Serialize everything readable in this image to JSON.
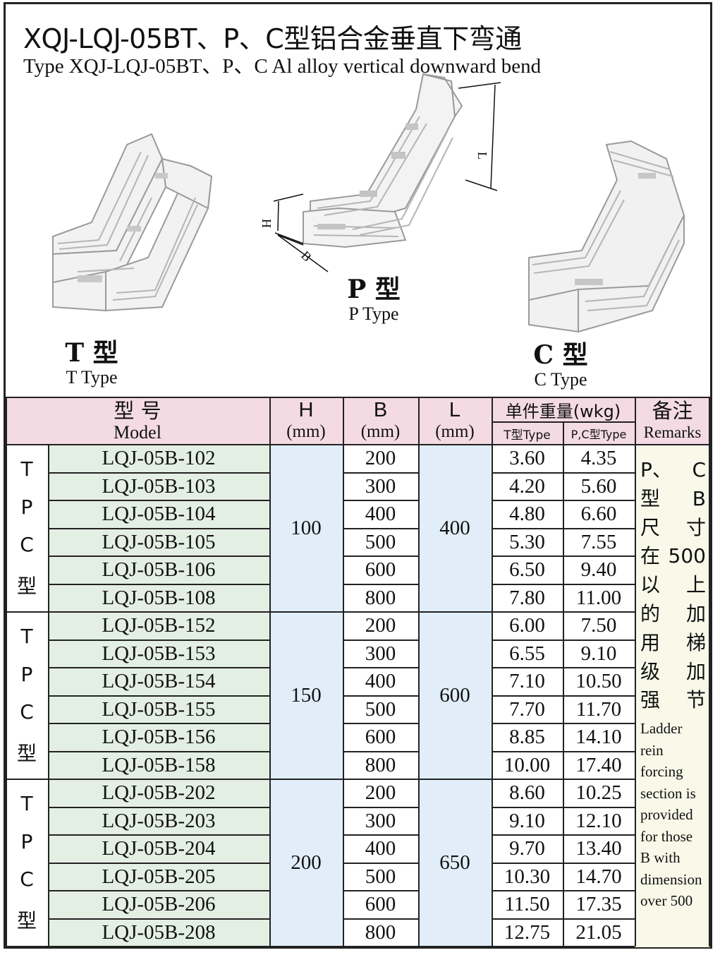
{
  "header": {
    "title_cn": "XQJ-LQJ-05BT、P、C型铝合金垂直下弯通",
    "title_en": "Type XQJ-LQJ-05BT、P、C  Al alloy vertical downward bend"
  },
  "types": {
    "t": {
      "cn": "T 型",
      "en": "T Type"
    },
    "p": {
      "cn": "P 型",
      "en": "P Type"
    },
    "c": {
      "cn": "C 型",
      "en": "C Type"
    }
  },
  "dims": {
    "h": "H",
    "b": "B",
    "l": "L"
  },
  "table": {
    "headers": {
      "model_cn": "型 号",
      "model_en": "Model",
      "h": "H",
      "b": "B",
      "l": "L",
      "unit": "(mm)",
      "weight_cn": "单件重量(wkg)",
      "t_type": "T型Type",
      "pc_type": "P,C型Type",
      "remarks_cn": "备注",
      "remarks_en": "Remarks"
    },
    "group_label": [
      "T",
      "P",
      "C",
      "型"
    ],
    "groups": [
      {
        "h": "100",
        "l": "400",
        "rows": [
          {
            "model": "LQJ-05B-102",
            "b": "200",
            "t": "3.60",
            "pc": "4.35"
          },
          {
            "model": "LQJ-05B-103",
            "b": "300",
            "t": "4.20",
            "pc": "5.60"
          },
          {
            "model": "LQJ-05B-104",
            "b": "400",
            "t": "4.80",
            "pc": "6.60"
          },
          {
            "model": "LQJ-05B-105",
            "b": "500",
            "t": "5.30",
            "pc": "7.55"
          },
          {
            "model": "LQJ-05B-106",
            "b": "600",
            "t": "6.50",
            "pc": "9.40"
          },
          {
            "model": "LQJ-05B-108",
            "b": "800",
            "t": "7.80",
            "pc": "11.00"
          }
        ]
      },
      {
        "h": "150",
        "l": "600",
        "rows": [
          {
            "model": "LQJ-05B-152",
            "b": "200",
            "t": "6.00",
            "pc": "7.50"
          },
          {
            "model": "LQJ-05B-153",
            "b": "300",
            "t": "6.55",
            "pc": "9.10"
          },
          {
            "model": "LQJ-05B-154",
            "b": "400",
            "t": "7.10",
            "pc": "10.50"
          },
          {
            "model": "LQJ-05B-155",
            "b": "500",
            "t": "7.70",
            "pc": "11.70"
          },
          {
            "model": "LQJ-05B-156",
            "b": "600",
            "t": "8.85",
            "pc": "14.10"
          },
          {
            "model": "LQJ-05B-158",
            "b": "800",
            "t": "10.00",
            "pc": "17.40"
          }
        ]
      },
      {
        "h": "200",
        "l": "650",
        "rows": [
          {
            "model": "LQJ-05B-202",
            "b": "200",
            "t": "8.60",
            "pc": "10.25"
          },
          {
            "model": "LQJ-05B-203",
            "b": "300",
            "t": "9.10",
            "pc": "12.10"
          },
          {
            "model": "LQJ-05B-204",
            "b": "400",
            "t": "9.70",
            "pc": "13.40"
          },
          {
            "model": "LQJ-05B-205",
            "b": "500",
            "t": "10.30",
            "pc": "14.70"
          },
          {
            "model": "LQJ-05B-206",
            "b": "600",
            "t": "11.50",
            "pc": "17.35"
          },
          {
            "model": "LQJ-05B-208",
            "b": "800",
            "t": "12.75",
            "pc": "21.05"
          }
        ]
      }
    ],
    "remarks_cn_lines": [
      [
        "P、",
        "C"
      ],
      [
        "型",
        "B"
      ],
      [
        "尺",
        "寸"
      ],
      [
        "在",
        "500"
      ],
      [
        "以",
        "上"
      ],
      [
        "的",
        "加"
      ],
      [
        "用",
        "梯"
      ],
      [
        "级",
        "加"
      ],
      [
        "强",
        "节"
      ]
    ],
    "remarks_en_lines": [
      "Ladder",
      "rein",
      "forcing",
      "section is",
      "provided",
      "for those",
      "B with",
      "dimension",
      "over 500"
    ]
  }
}
